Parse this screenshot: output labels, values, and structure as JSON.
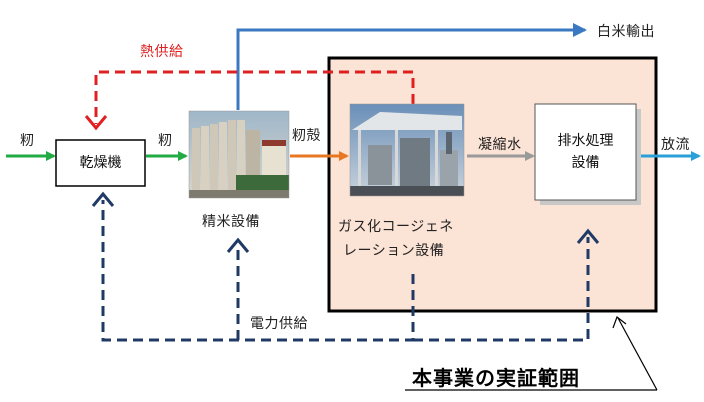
{
  "labels": {
    "input_paddy": "籾",
    "dryer_out_paddy": "籾",
    "husk": "籾殻",
    "condensate": "凝縮水",
    "discharge": "放流",
    "rice_export": "白米輸出",
    "heat_supply": "熱供給",
    "power_supply": "電力供給"
  },
  "boxes": {
    "dryer": "乾燥機",
    "wastewater_line1": "排水処理",
    "wastewater_line2": "設備"
  },
  "photos": {
    "rice_mill_caption": "精米設備",
    "cogen_caption_line1": "ガス化コージェネ",
    "cogen_caption_line2": "レーション設備"
  },
  "scope": {
    "label": "本事業の実証範囲"
  },
  "colors": {
    "paddy_arrow": "#22aa44",
    "husk_arrow": "#e87722",
    "condensate_arrow": "#9a9a9a",
    "discharge_arrow": "#2aa0d8",
    "rice_export_arrow": "#3a78c2",
    "heat_dashed": "#e02020",
    "power_dashed": "#1f3a66",
    "scope_fill": "#fbe3d6"
  }
}
